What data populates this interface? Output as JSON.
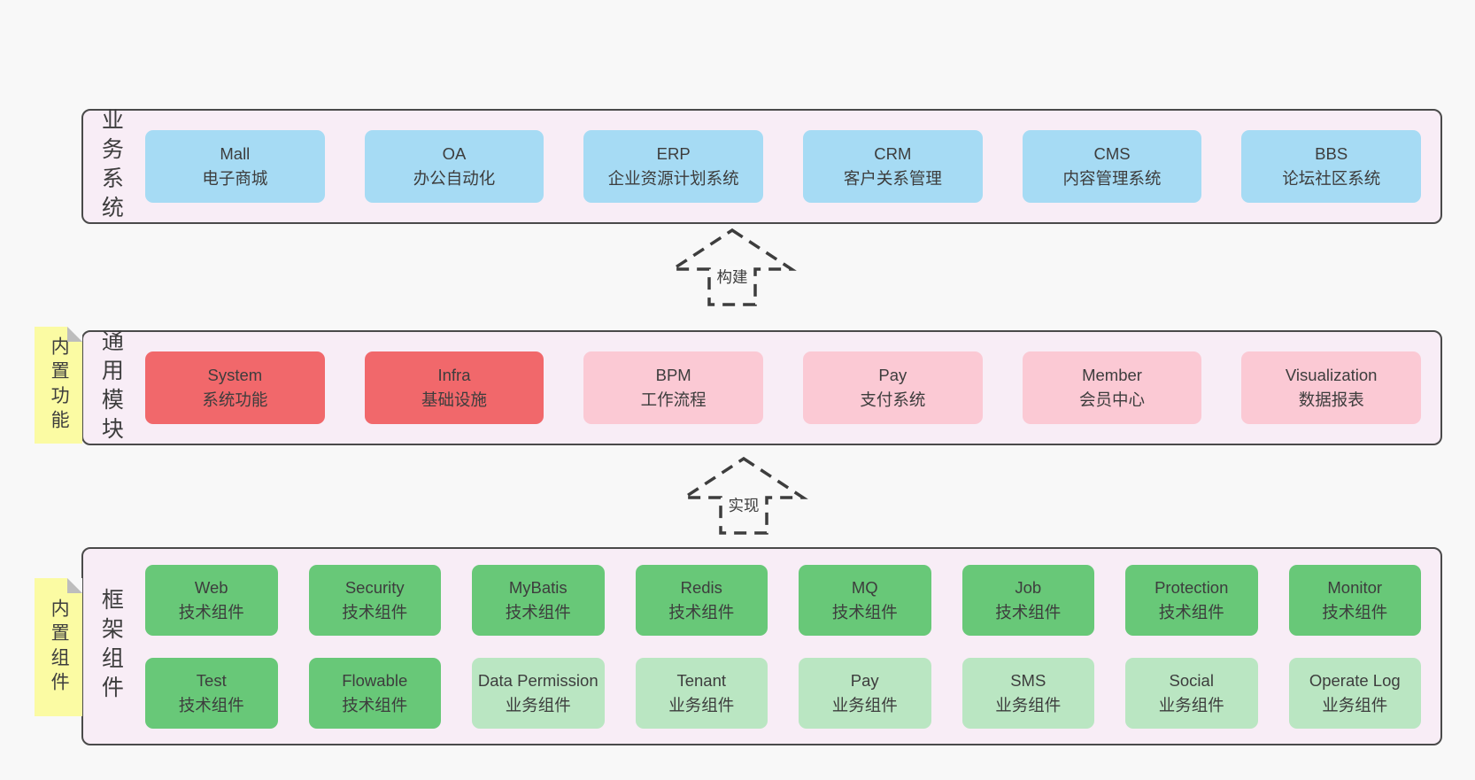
{
  "diagram": {
    "arrows": [
      {
        "label": "构建"
      },
      {
        "label": "实现"
      }
    ],
    "notes": [
      {
        "label": "内置功能"
      },
      {
        "label": "内置组件"
      }
    ],
    "colors": {
      "page_bg": "#f8f8f8",
      "layer_bg": "#f8edf6",
      "layer_border": "#4a4a4a",
      "blue": "#a6dbf4",
      "red": "#f1686b",
      "pink": "#fbc9d4",
      "green": "#68c878",
      "lightgreen": "#bae6c2",
      "note_yellow": "#fbfba3",
      "text": "#3d3d3d"
    },
    "layers": [
      {
        "label": "业务系统",
        "boxes": [
          {
            "en": "Mall",
            "zh": "电子商城",
            "type": "blue"
          },
          {
            "en": "OA",
            "zh": "办公自动化",
            "type": "blue"
          },
          {
            "en": "ERP",
            "zh": "企业资源计划系统",
            "type": "blue"
          },
          {
            "en": "CRM",
            "zh": "客户关系管理",
            "type": "blue"
          },
          {
            "en": "CMS",
            "zh": "内容管理系统",
            "type": "blue"
          },
          {
            "en": "BBS",
            "zh": "论坛社区系统",
            "type": "blue"
          }
        ]
      },
      {
        "label": "通用模块",
        "boxes": [
          {
            "en": "System",
            "zh": "系统功能",
            "type": "red"
          },
          {
            "en": "Infra",
            "zh": "基础设施",
            "type": "red"
          },
          {
            "en": "BPM",
            "zh": "工作流程",
            "type": "pink"
          },
          {
            "en": "Pay",
            "zh": "支付系统",
            "type": "pink"
          },
          {
            "en": "Member",
            "zh": "会员中心",
            "type": "pink"
          },
          {
            "en": "Visualization",
            "zh": "数据报表",
            "type": "pink"
          }
        ]
      },
      {
        "label": "框架组件",
        "boxes": [
          {
            "en": "Web",
            "zh": "技术组件",
            "type": "green"
          },
          {
            "en": "Security",
            "zh": "技术组件",
            "type": "green"
          },
          {
            "en": "MyBatis",
            "zh": "技术组件",
            "type": "green"
          },
          {
            "en": "Redis",
            "zh": "技术组件",
            "type": "green"
          },
          {
            "en": "MQ",
            "zh": "技术组件",
            "type": "green"
          },
          {
            "en": "Job",
            "zh": "技术组件",
            "type": "green"
          },
          {
            "en": "Protection",
            "zh": "技术组件",
            "type": "green"
          },
          {
            "en": "Monitor",
            "zh": "技术组件",
            "type": "green"
          },
          {
            "en": "Test",
            "zh": "技术组件",
            "type": "green"
          },
          {
            "en": "Flowable",
            "zh": "技术组件",
            "type": "green"
          },
          {
            "en": "Data Permission",
            "zh": "业务组件",
            "type": "lightgreen"
          },
          {
            "en": "Tenant",
            "zh": "业务组件",
            "type": "lightgreen"
          },
          {
            "en": "Pay",
            "zh": "业务组件",
            "type": "lightgreen"
          },
          {
            "en": "SMS",
            "zh": "业务组件",
            "type": "lightgreen"
          },
          {
            "en": "Social",
            "zh": "业务组件",
            "type": "lightgreen"
          },
          {
            "en": "Operate Log",
            "zh": "业务组件",
            "type": "lightgreen"
          }
        ]
      }
    ]
  }
}
